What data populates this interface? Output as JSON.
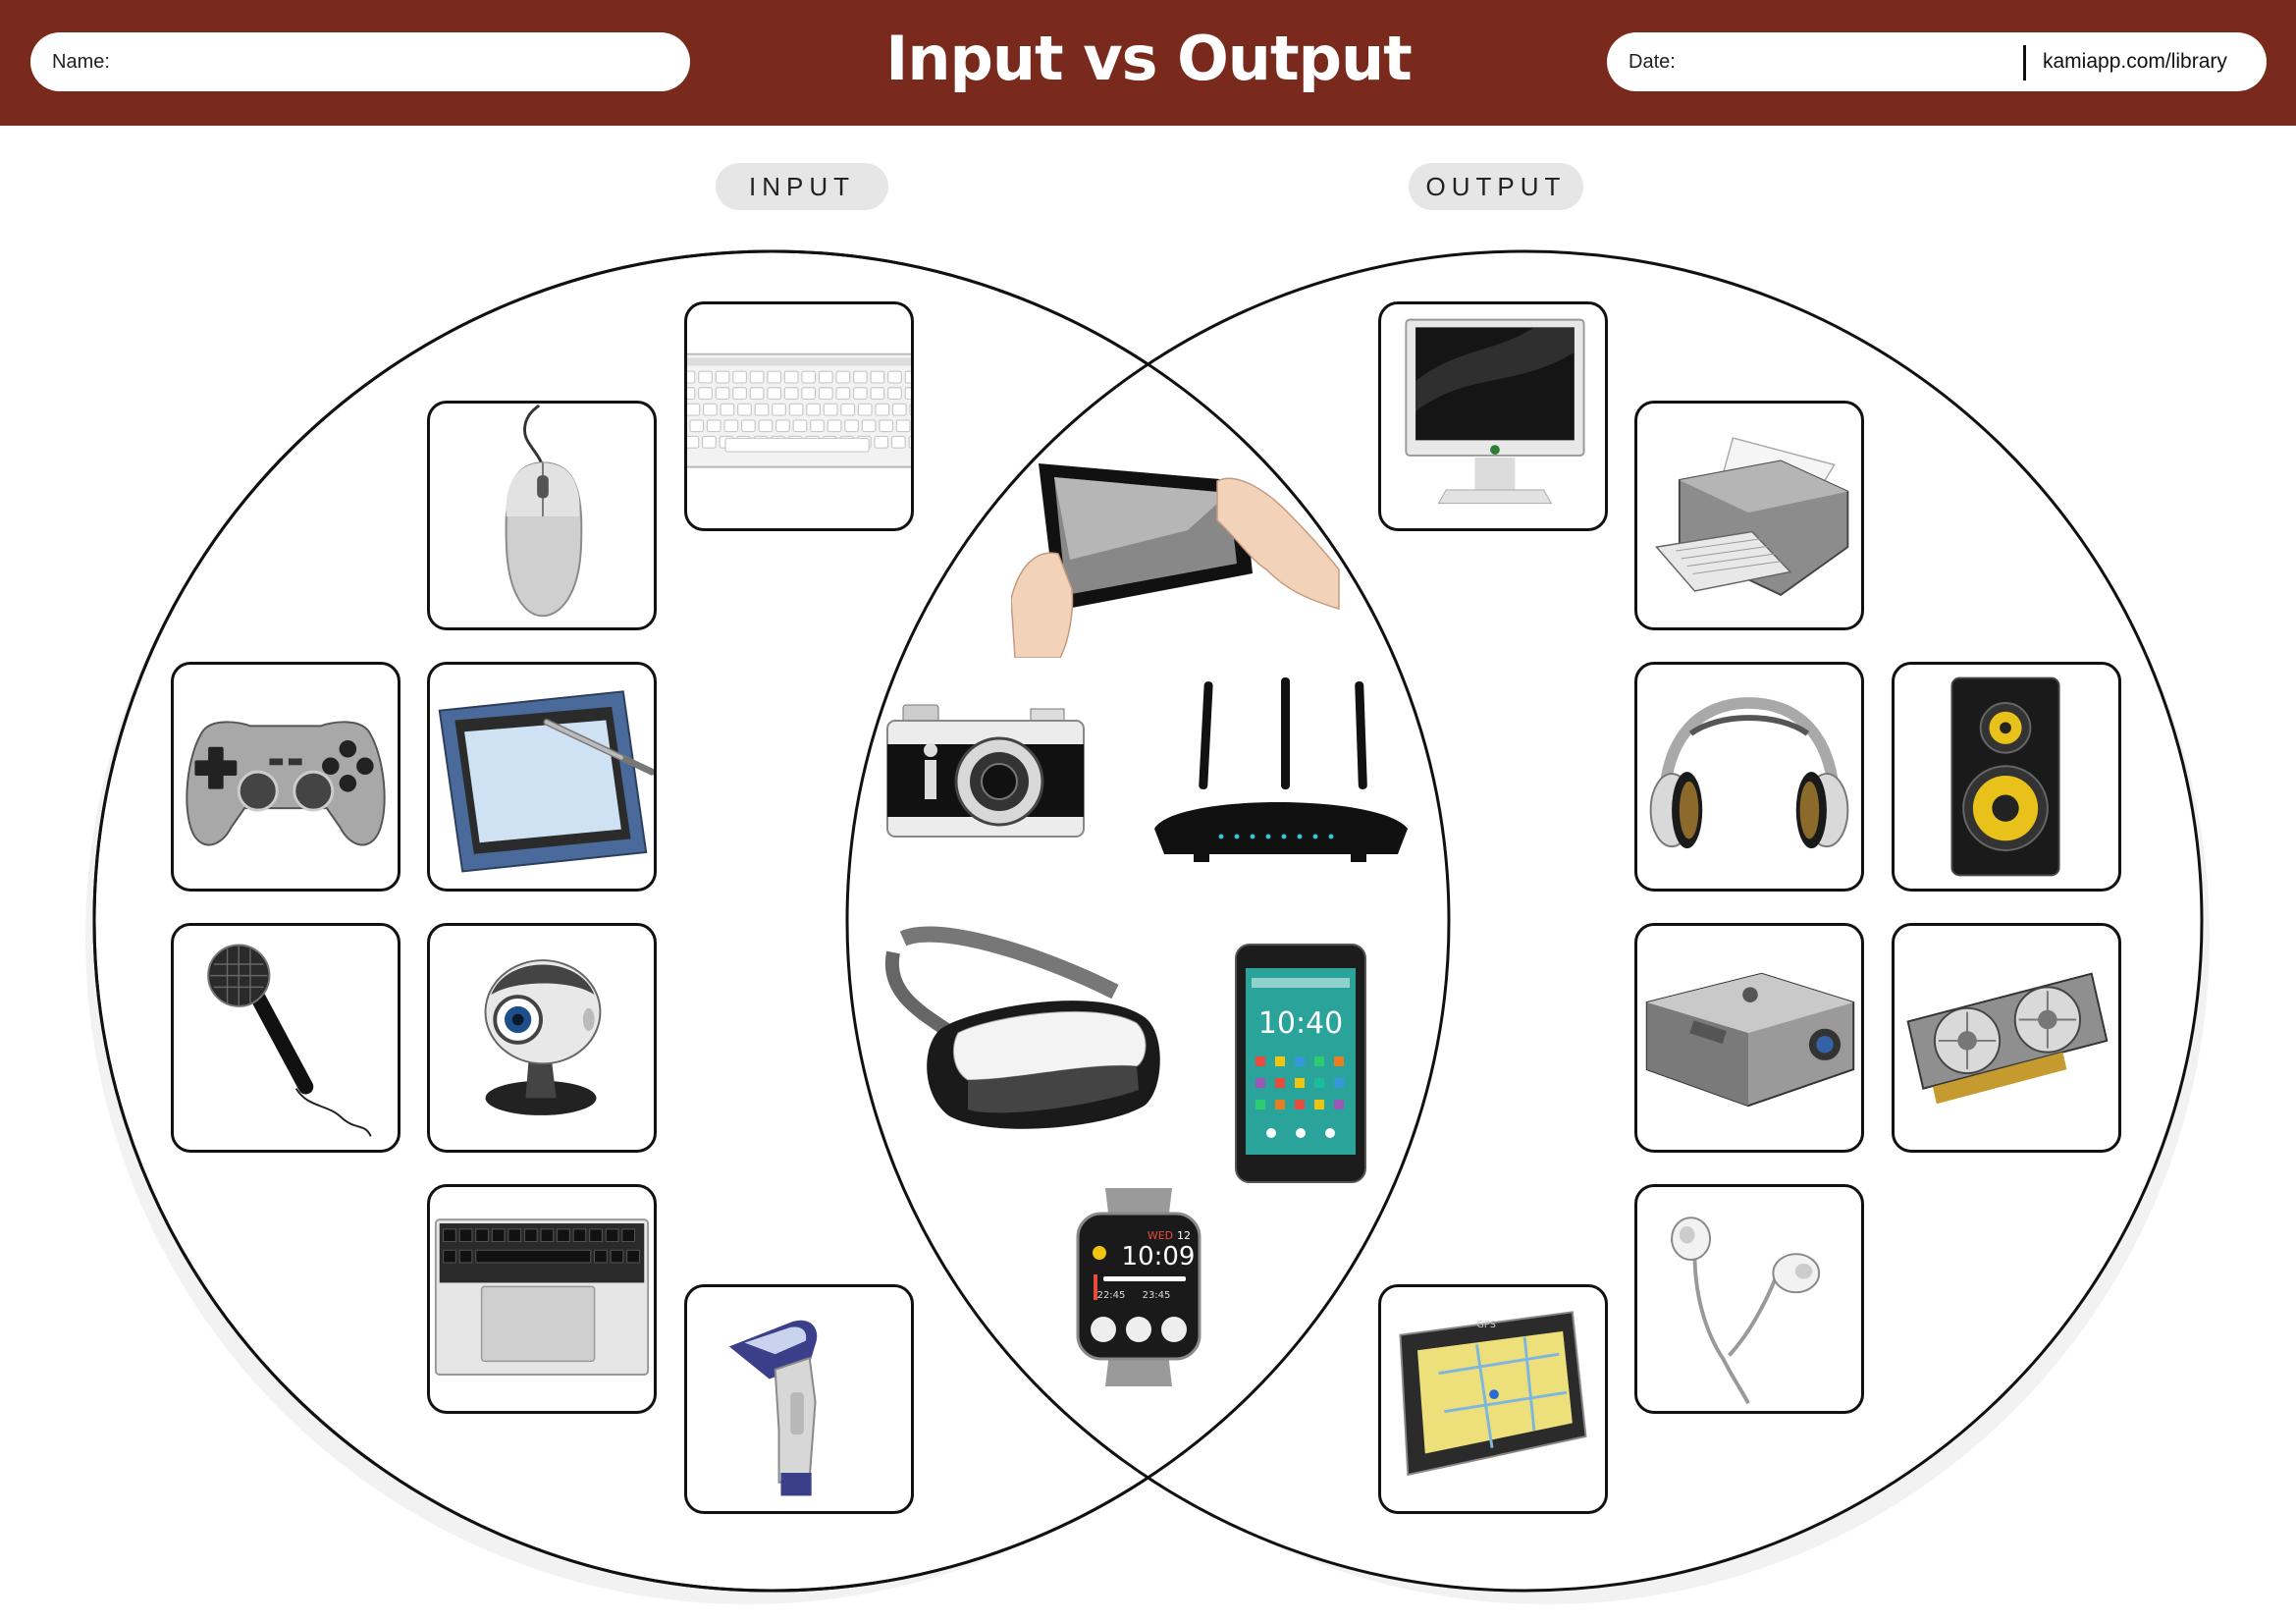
{
  "header": {
    "title": "Input vs Output",
    "name_label": "Name:",
    "date_label": "Date:",
    "site": "kamiapp.com/library"
  },
  "categories": {
    "left": "INPUT",
    "right": "OUTPUT"
  },
  "devices": {
    "input": [
      "keyboard-icon",
      "mouse-icon",
      "game-controller-icon",
      "drawing-tablet-icon",
      "microphone-icon",
      "webcam-icon",
      "laptop-keyboard-icon",
      "barcode-scanner-icon"
    ],
    "both": [
      "touch-tablet-icon",
      "camera-icon",
      "router-icon",
      "vr-headset-icon",
      "smartphone-icon",
      "smartwatch-icon"
    ],
    "output": [
      "monitor-icon",
      "printer-icon",
      "headphones-icon",
      "speaker-icon",
      "projector-icon",
      "graphics-card-icon",
      "gps-icon",
      "earphones-icon"
    ]
  },
  "screen_text": {
    "phone_time": "10:40",
    "watch_day": "WED",
    "watch_date": "12",
    "watch_time": "10:09",
    "watch_time_a": "22:45",
    "watch_time_b": "23:45",
    "gps_label": "GPS"
  },
  "colors": {
    "header_bg": "#7a2a1c",
    "pill_bg": "#e6e6e6",
    "speaker_cone": "#e8c21a",
    "phone_screen": "#2aa39a"
  }
}
